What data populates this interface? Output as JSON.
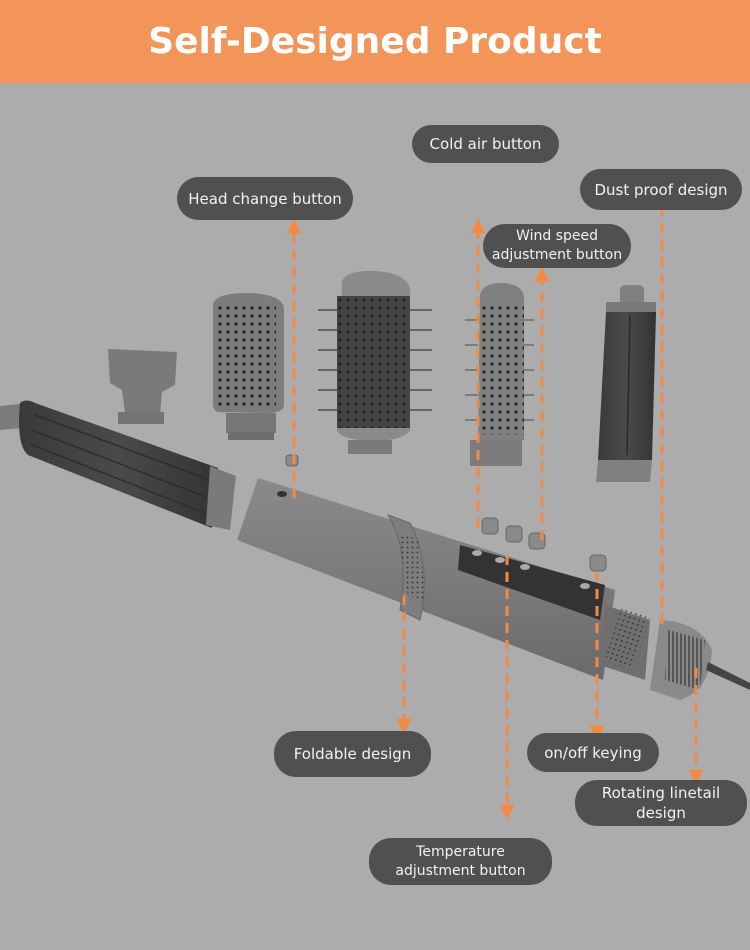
{
  "header": {
    "title": "Self-Designed Product",
    "background": "#f39459"
  },
  "colors": {
    "background": "#acacac",
    "label_bg": "#505050",
    "label_text": "#f2f2f2",
    "arrow": "#f38a44"
  },
  "callouts": [
    {
      "id": "head-change",
      "label": "Head change button"
    },
    {
      "id": "cold-air",
      "label": "Cold air button"
    },
    {
      "id": "dust-proof",
      "label": "Dust proof design"
    },
    {
      "id": "wind-speed",
      "label_line1": "Wind speed",
      "label_line2": "adjustment button"
    },
    {
      "id": "foldable",
      "label": "Foldable design"
    },
    {
      "id": "on-off",
      "label": "on/off keying"
    },
    {
      "id": "rotating-linetail",
      "label": "Rotating linetail design"
    },
    {
      "id": "temperature",
      "label_line1": "Temperature",
      "label_line2": "adjustment button"
    }
  ],
  "components": [
    "concentrator-nozzle",
    "paddle-brush-head",
    "large-round-brush-head",
    "small-round-brush-head",
    "curling-barrel-head",
    "curling-wand-barrel",
    "main-handle-body",
    "button-caps",
    "rotating-cord-end"
  ]
}
